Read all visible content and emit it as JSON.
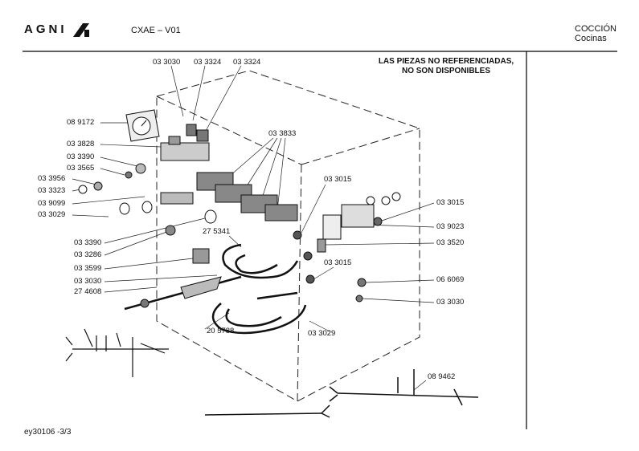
{
  "header": {
    "brand": "AGNI",
    "model": "CXAE – V01",
    "section_title": "COCCIÓN",
    "section_subtitle": "Cocinas"
  },
  "notice": {
    "line1": "LAS PIEZAS NO REFERENCIADAS,",
    "line2": "NO SON DISPONIBLES"
  },
  "part_labels": [
    "03 3030",
    "03 3324",
    "03 3324",
    "08 9172",
    "03 3833",
    "03 3828",
    "03 3390",
    "03 3565",
    "03 3956",
    "03 3323",
    "03 9099",
    "03 3029",
    "03 3015",
    "03 3015",
    "03 9023",
    "03 3390",
    "27 5341",
    "03 3520",
    "03 3286",
    "03 3599",
    "03 3015",
    "03 3030",
    "27 4608",
    "06 6069",
    "03 3030",
    "20 5788",
    "03 3029",
    "08 9462"
  ],
  "footer": {
    "code": "ey30106 -3/3"
  }
}
